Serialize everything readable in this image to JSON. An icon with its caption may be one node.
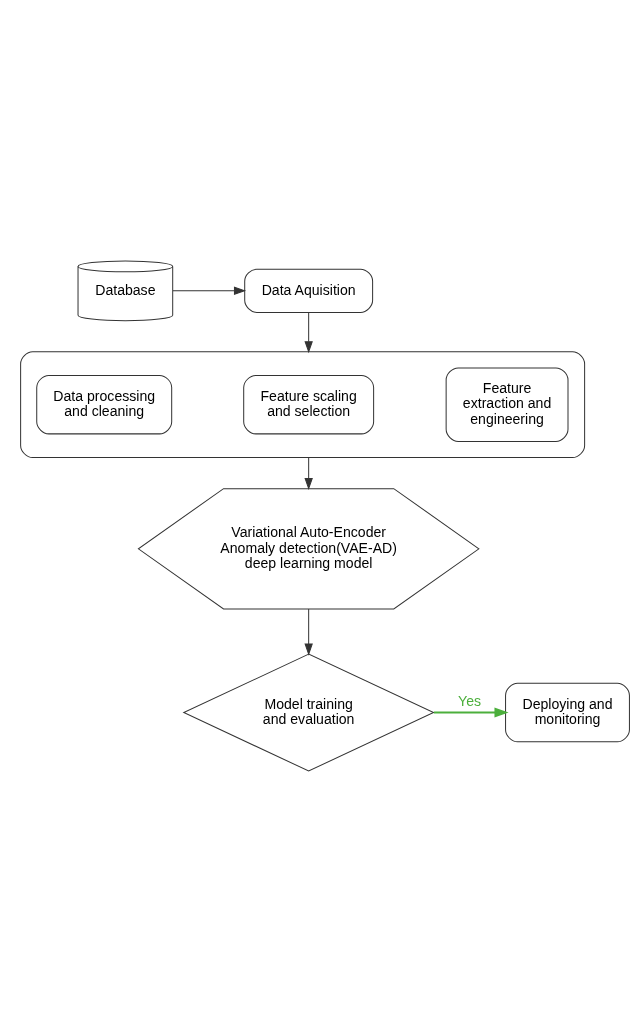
{
  "diagram": {
    "nodes": [
      {
        "text": [
          "Database"
        ]
      },
      {
        "text": [
          "Data Aquisition"
        ]
      },
      {
        "text": [],
        "shape": "box"
      },
      {
        "text": [
          "Data processing and cleaning"
        ],
        "in": 2
      },
      {
        "text": [
          "Feature scaling and selection"
        ],
        "in": 2
      },
      {
        "text": [
          "Feature extraction and engineering"
        ],
        "in": 2
      },
      {
        "text": [
          "Variational Auto-Encoder Anomaly detection(VAE-AD) deep learning model"
        ]
      },
      {
        "text": [
          "Model training and evaluation"
        ]
      },
      {
        "text": [
          "Deploying and monitoring"
        ]
      }
    ],
    "edges": [
      {
        "from": 0,
        "to": 1,
        "arrow": "to"
      },
      {
        "from": 1,
        "to": 2,
        "arrow": "to"
      },
      {
        "from": 2,
        "to": 6,
        "arrow": "to"
      },
      {
        "from": 6,
        "to": 7,
        "arrow": "to"
      },
      {
        "from": 7,
        "to": 8,
        "arrow": "to",
        "label": "Yes",
        "color": "#4caf3c"
      }
    ]
  }
}
